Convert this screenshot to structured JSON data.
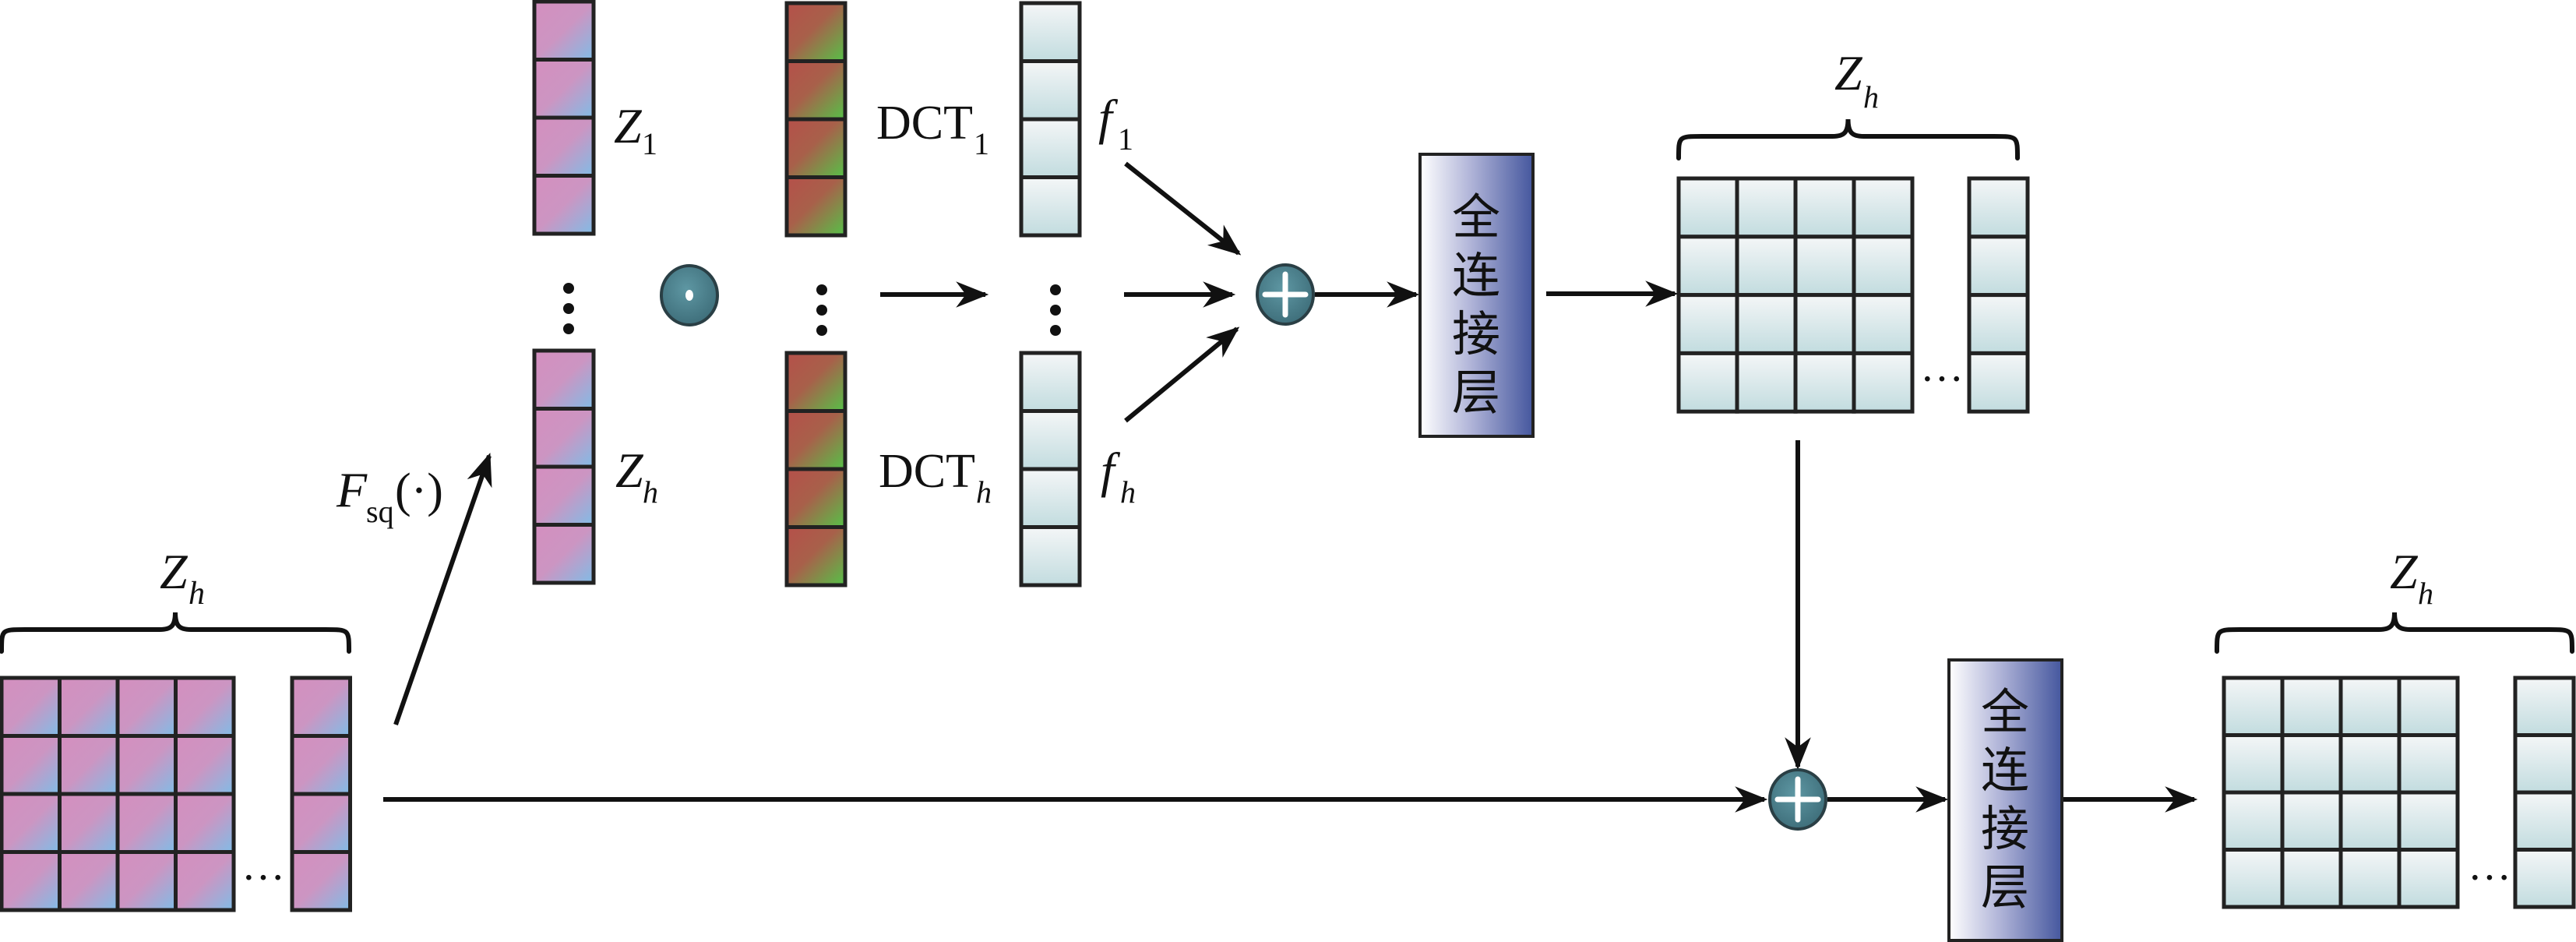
{
  "diagram": {
    "title": "Frequency channel attention with DCT and fully connected layers",
    "input_matrix": {
      "label": "Z",
      "label_sub": "h",
      "rows": 4,
      "cols_shown": 4,
      "ellipsis": "···"
    },
    "squeeze": {
      "label": "F",
      "label_sub": "sq",
      "label_suffix": "(·)"
    },
    "z_columns": [
      {
        "label": "Z",
        "label_sub": "1"
      },
      {
        "label": "Z",
        "label_sub": "h"
      }
    ],
    "operator_dot": {
      "symbol": "⊙",
      "name": "element-wise product"
    },
    "dct_columns": [
      {
        "label": "DCT",
        "label_sub": "1"
      },
      {
        "label": "DCT",
        "label_sub": "h"
      }
    ],
    "f_columns": [
      {
        "label": "f",
        "label_sub": "1"
      },
      {
        "label": "f",
        "label_sub": "h"
      }
    ],
    "vertical_ellipsis": "⋮",
    "sum_operator": {
      "symbol": "⊕",
      "name": "sum"
    },
    "fc_layer_1": {
      "chars": [
        "全",
        "连",
        "接",
        "层"
      ]
    },
    "fc_layer_2": {
      "chars": [
        "全",
        "连",
        "接",
        "层"
      ]
    },
    "mid_matrix": {
      "label": "Z",
      "label_sub": "h",
      "rows": 4,
      "cols_shown": 4,
      "ellipsis": "···"
    },
    "output_matrix": {
      "label": "Z",
      "label_sub": "h",
      "rows": 4,
      "cols_shown": 4,
      "ellipsis": "···"
    },
    "colors": {
      "pink": "#d48fbf",
      "blue": "#86b8e0",
      "red": "#b5504a",
      "green": "#5cbf4a",
      "cell_light": "#f2f5f6",
      "cell_teal": "#c4dde0",
      "fc_light": "#ffffff",
      "fc_dark": "#4a5aa0",
      "circle": "#4a7f8c"
    }
  }
}
